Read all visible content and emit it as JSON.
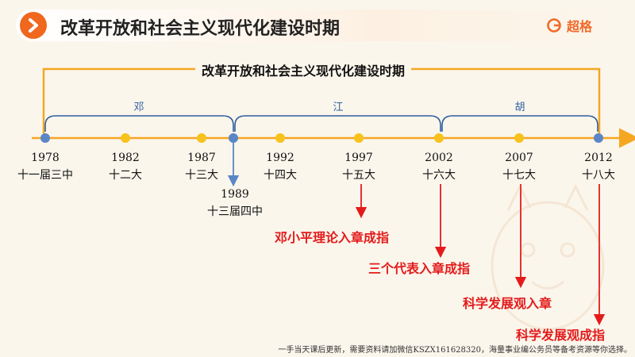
{
  "header": {
    "title": "改革开放和社会主义现代化建设时期",
    "brand": "超格"
  },
  "diagram": {
    "era_title": "改革开放和社会主义现代化建设时期",
    "leaders": [
      "邓",
      "江",
      "胡"
    ],
    "milestones": [
      {
        "year": "1978",
        "label": "十一届三中"
      },
      {
        "year": "1982",
        "label": "十二大"
      },
      {
        "year": "1987",
        "label": "十三大"
      },
      {
        "year": "1992",
        "label": "十四大"
      },
      {
        "year": "1997",
        "label": "十五大"
      },
      {
        "year": "2002",
        "label": "十六大"
      },
      {
        "year": "2007",
        "label": "十七大"
      },
      {
        "year": "2012",
        "label": "十八大"
      }
    ],
    "extra_milestone": {
      "year": "1989",
      "label": "十三届四中"
    },
    "annotations": [
      "邓小平理论入章成指",
      "三个代表入章成指",
      "科学发展观入章",
      "科学发展观成指"
    ]
  },
  "footnote": "一手当天课后更新，需要资料请加微信KSZX161628320，海量事业编公务员等备考资源等你选择。",
  "colors": {
    "accent": "#f0671e",
    "axis": "#f5a623",
    "bracket": "#2d5e9e",
    "annotation": "#e31b1b",
    "dot_yellow": "#f7c21b",
    "dot_blue": "#5b86c6"
  }
}
